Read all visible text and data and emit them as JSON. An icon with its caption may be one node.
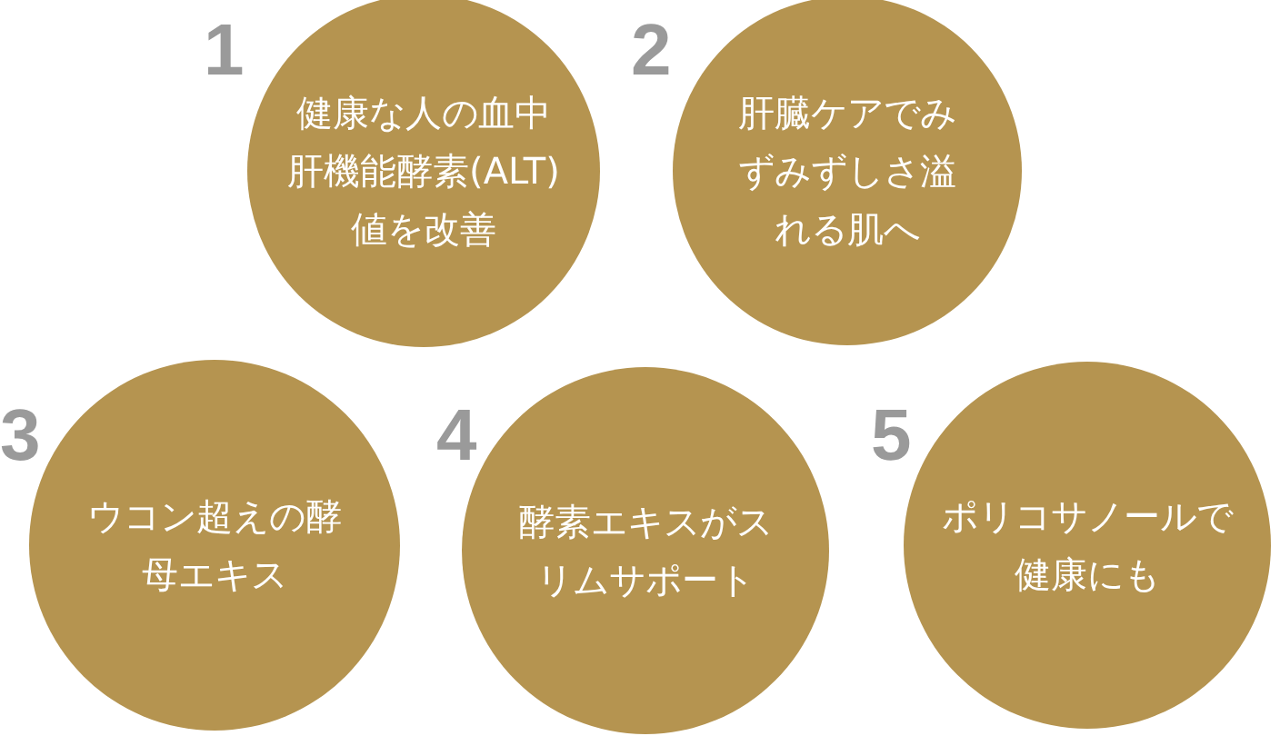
{
  "diagram": {
    "nodes": [
      {
        "text": [
          "健康な人の血中肝機能酵素(ALT)値を改善"
        ],
        "beside": [
          "1"
        ]
      },
      {
        "text": [
          "肝臓ケアでみずみずしさ溢れる肌へ"
        ],
        "beside": [
          "2"
        ]
      },
      {
        "text": [
          "ウコン超えの酵母エキス"
        ],
        "beside": [
          "3"
        ]
      },
      {
        "text": [
          "酵素エキスがスリムサポート"
        ],
        "beside": [
          "4"
        ]
      },
      {
        "text": [
          "ポリコサノールで健康にも"
        ],
        "beside": [
          "5"
        ]
      }
    ]
  }
}
